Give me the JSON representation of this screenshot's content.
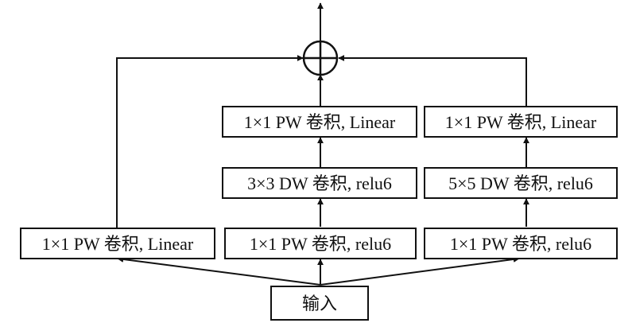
{
  "nodes": {
    "input": "输入",
    "left_pw": "1×1 PW 卷积, Linear",
    "mid_pw1": "1×1 PW 卷积, relu6",
    "mid_dw": "3×3 DW 卷积, relu6",
    "mid_pw2": "1×1 PW 卷积, Linear",
    "right_pw1": "1×1 PW 卷积, relu6",
    "right_dw": "5×5 DW 卷积, relu6",
    "right_pw2": "1×1 PW 卷积, Linear"
  },
  "sum_symbol": "add-circle-icon"
}
